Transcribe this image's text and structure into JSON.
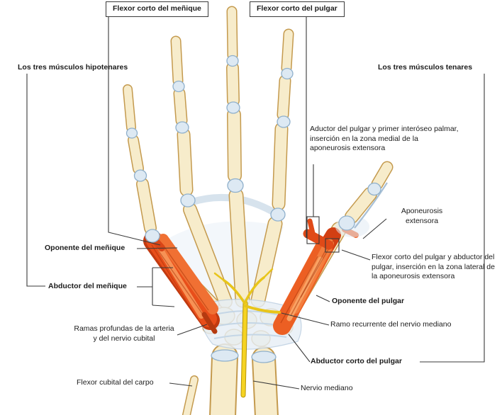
{
  "figure": {
    "colors": {
      "bone": "#f7eccb",
      "bone_outline": "#c49a4e",
      "joint_capsule": "#dde9f3",
      "joint_outline": "#8fb0cc",
      "muscle_dark": "#c23a10",
      "muscle_main": "#e84e1a",
      "muscle_light": "#f07033",
      "muscle_highlight": "#f89a5c",
      "nerve_yellow": "#f5d322",
      "ligament_blue": "#e7eff6",
      "leader_line": "#3a3a3a"
    },
    "labels": {
      "flexor_corto_menique": "Flexor corto del meñique",
      "flexor_corto_pulgar": "Flexor corto del pulgar",
      "musculos_hipotenares": "Los tres músculos hipotenares",
      "musculos_tenares": "Los tres músculos tenares",
      "aductor_pulgar_nota": "Aductor del pulgar y primer interóseo palmar, inserción en la zona medial de la aponeurosis extensora",
      "aponeurosis_extensora": "Aponeurosis extensora",
      "oponente_menique": "Oponente del meñique",
      "flexor_abductor_nota": "Flexor corto del pulgar y abductor del pulgar, inserción en la zona lateral de la aponeurosis extensora",
      "abductor_menique": "Abductor del meñique",
      "oponente_pulgar": "Oponente del pulgar",
      "ramo_recurrente": "Ramo recurrente del nervio mediano",
      "ramas_profundas": "Ramas profundas de la arteria y del nervio cubital",
      "abductor_corto_pulgar": "Abductor corto del pulgar",
      "flexor_cubital_carpo": "Flexor cubital del carpo",
      "nervio_mediano": "Nervio mediano"
    }
  }
}
